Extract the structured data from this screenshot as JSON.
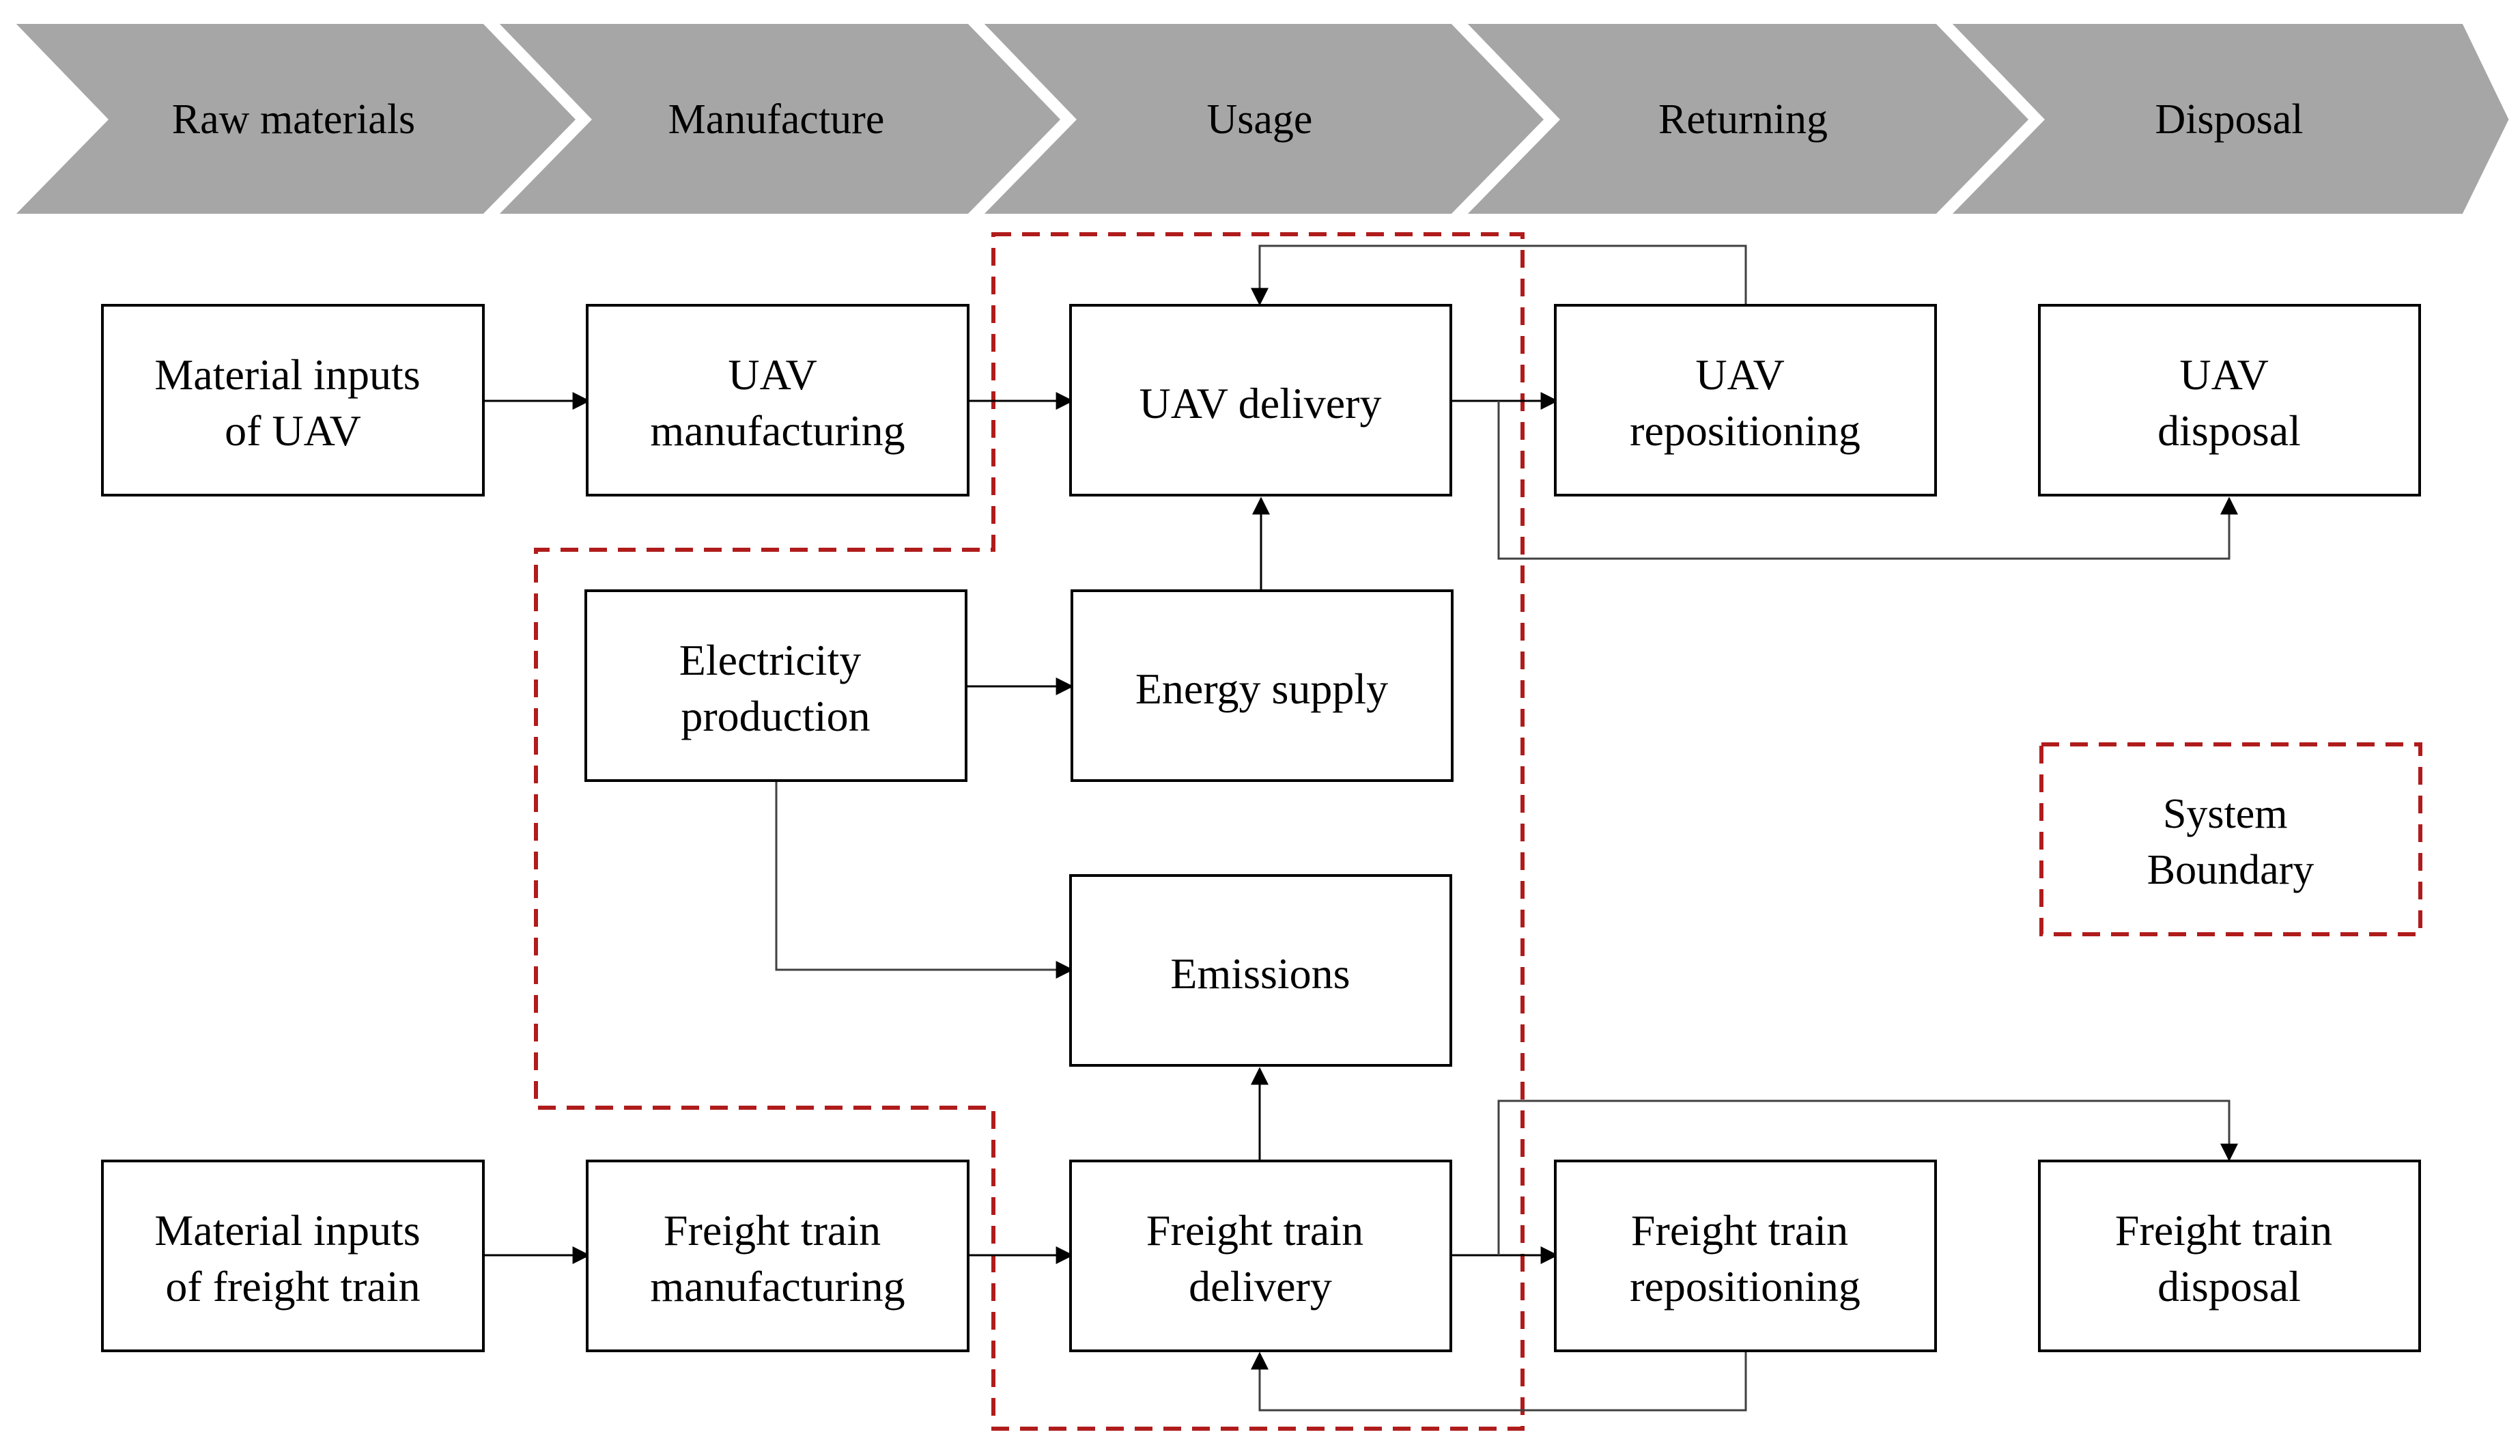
{
  "stages": [
    {
      "id": "raw",
      "label": "Raw materials"
    },
    {
      "id": "manufacture",
      "label": "Manufacture"
    },
    {
      "id": "usage",
      "label": "Usage"
    },
    {
      "id": "returning",
      "label": "Returning"
    },
    {
      "id": "disposal",
      "label": "Disposal"
    }
  ],
  "boxes": {
    "uav_inputs": [
      "Material inputs",
      "of UAV"
    ],
    "uav_manufacturing": [
      "UAV",
      "manufacturing"
    ],
    "uav_delivery": [
      "UAV delivery"
    ],
    "uav_repositioning": [
      "UAV",
      "repositioning"
    ],
    "uav_disposal": [
      "UAV",
      "disposal"
    ],
    "electricity_production": [
      "Electricity",
      "production"
    ],
    "energy_supply": [
      "Energy supply"
    ],
    "emissions": [
      "Emissions"
    ],
    "train_inputs": [
      "Material inputs",
      "of freight train"
    ],
    "train_manufacturing": [
      "Freight train",
      "manufacturing"
    ],
    "train_delivery": [
      "Freight train",
      "delivery"
    ],
    "train_repositioning": [
      "Freight train",
      "repositioning"
    ],
    "train_disposal": [
      "Freight train",
      "disposal"
    ]
  },
  "legend": {
    "label": [
      "System",
      "Boundary"
    ],
    "border_color": "#b01c1c"
  },
  "colors": {
    "chevron_fill": "#a6a6a6",
    "boundary": "#b01c1c",
    "box_border": "#000000"
  }
}
